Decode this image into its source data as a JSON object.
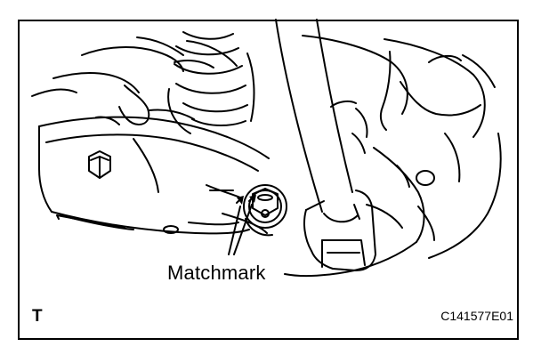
{
  "figure": {
    "callout_label": "Matchmark",
    "view_letter": "T",
    "figure_code": "C141577E01"
  },
  "colors": {
    "line": "#000000",
    "background": "#ffffff"
  }
}
